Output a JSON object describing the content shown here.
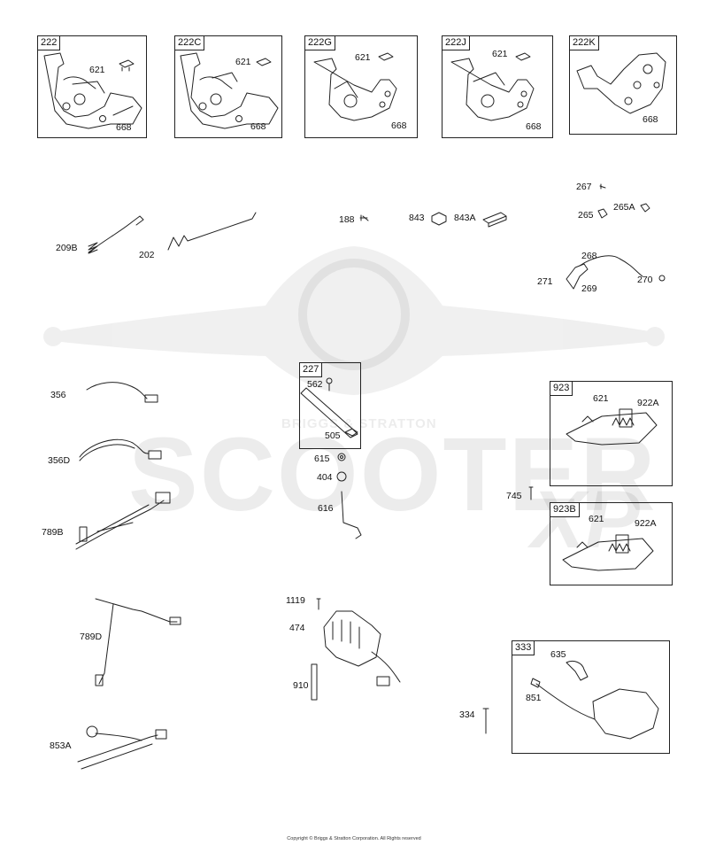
{
  "watermark": {
    "brand": "BRIGGS & STRATTON",
    "name": "SCOOTER",
    "script": "XP"
  },
  "boxes": {
    "b222": {
      "tag": "222",
      "labels": [
        "621",
        "668"
      ]
    },
    "b222C": {
      "tag": "222C",
      "labels": [
        "621",
        "668"
      ]
    },
    "b222G": {
      "tag": "222G",
      "labels": [
        "621",
        "668"
      ]
    },
    "b222J": {
      "tag": "222J",
      "labels": [
        "621",
        "668"
      ]
    },
    "b222K": {
      "tag": "222K",
      "labels": [
        "668"
      ]
    },
    "b227": {
      "tag": "227",
      "labels": [
        "562",
        "505"
      ]
    },
    "b923": {
      "tag": "923",
      "labels": [
        "621",
        "922A"
      ]
    },
    "b923B": {
      "tag": "923B",
      "labels": [
        "621",
        "922A"
      ]
    },
    "b333": {
      "tag": "333",
      "labels": [
        "635",
        "851"
      ]
    }
  },
  "parts": {
    "p209B": "209B",
    "p202": "202",
    "p188": "188",
    "p843": "843",
    "p843A": "843A",
    "p267": "267",
    "p265": "265",
    "p265A": "265A",
    "p268": "268",
    "p271": "271",
    "p269": "269",
    "p270": "270",
    "p356": "356",
    "p356D": "356D",
    "p789B": "789B",
    "p789D": "789D",
    "p853A": "853A",
    "p615": "615",
    "p404": "404",
    "p616": "616",
    "p745": "745",
    "p1119": "1119",
    "p474": "474",
    "p910": "910",
    "p334": "334"
  },
  "footer": {
    "copyright": "Copyright © Briggs & Stratton Corporation. All Rights reserved"
  }
}
